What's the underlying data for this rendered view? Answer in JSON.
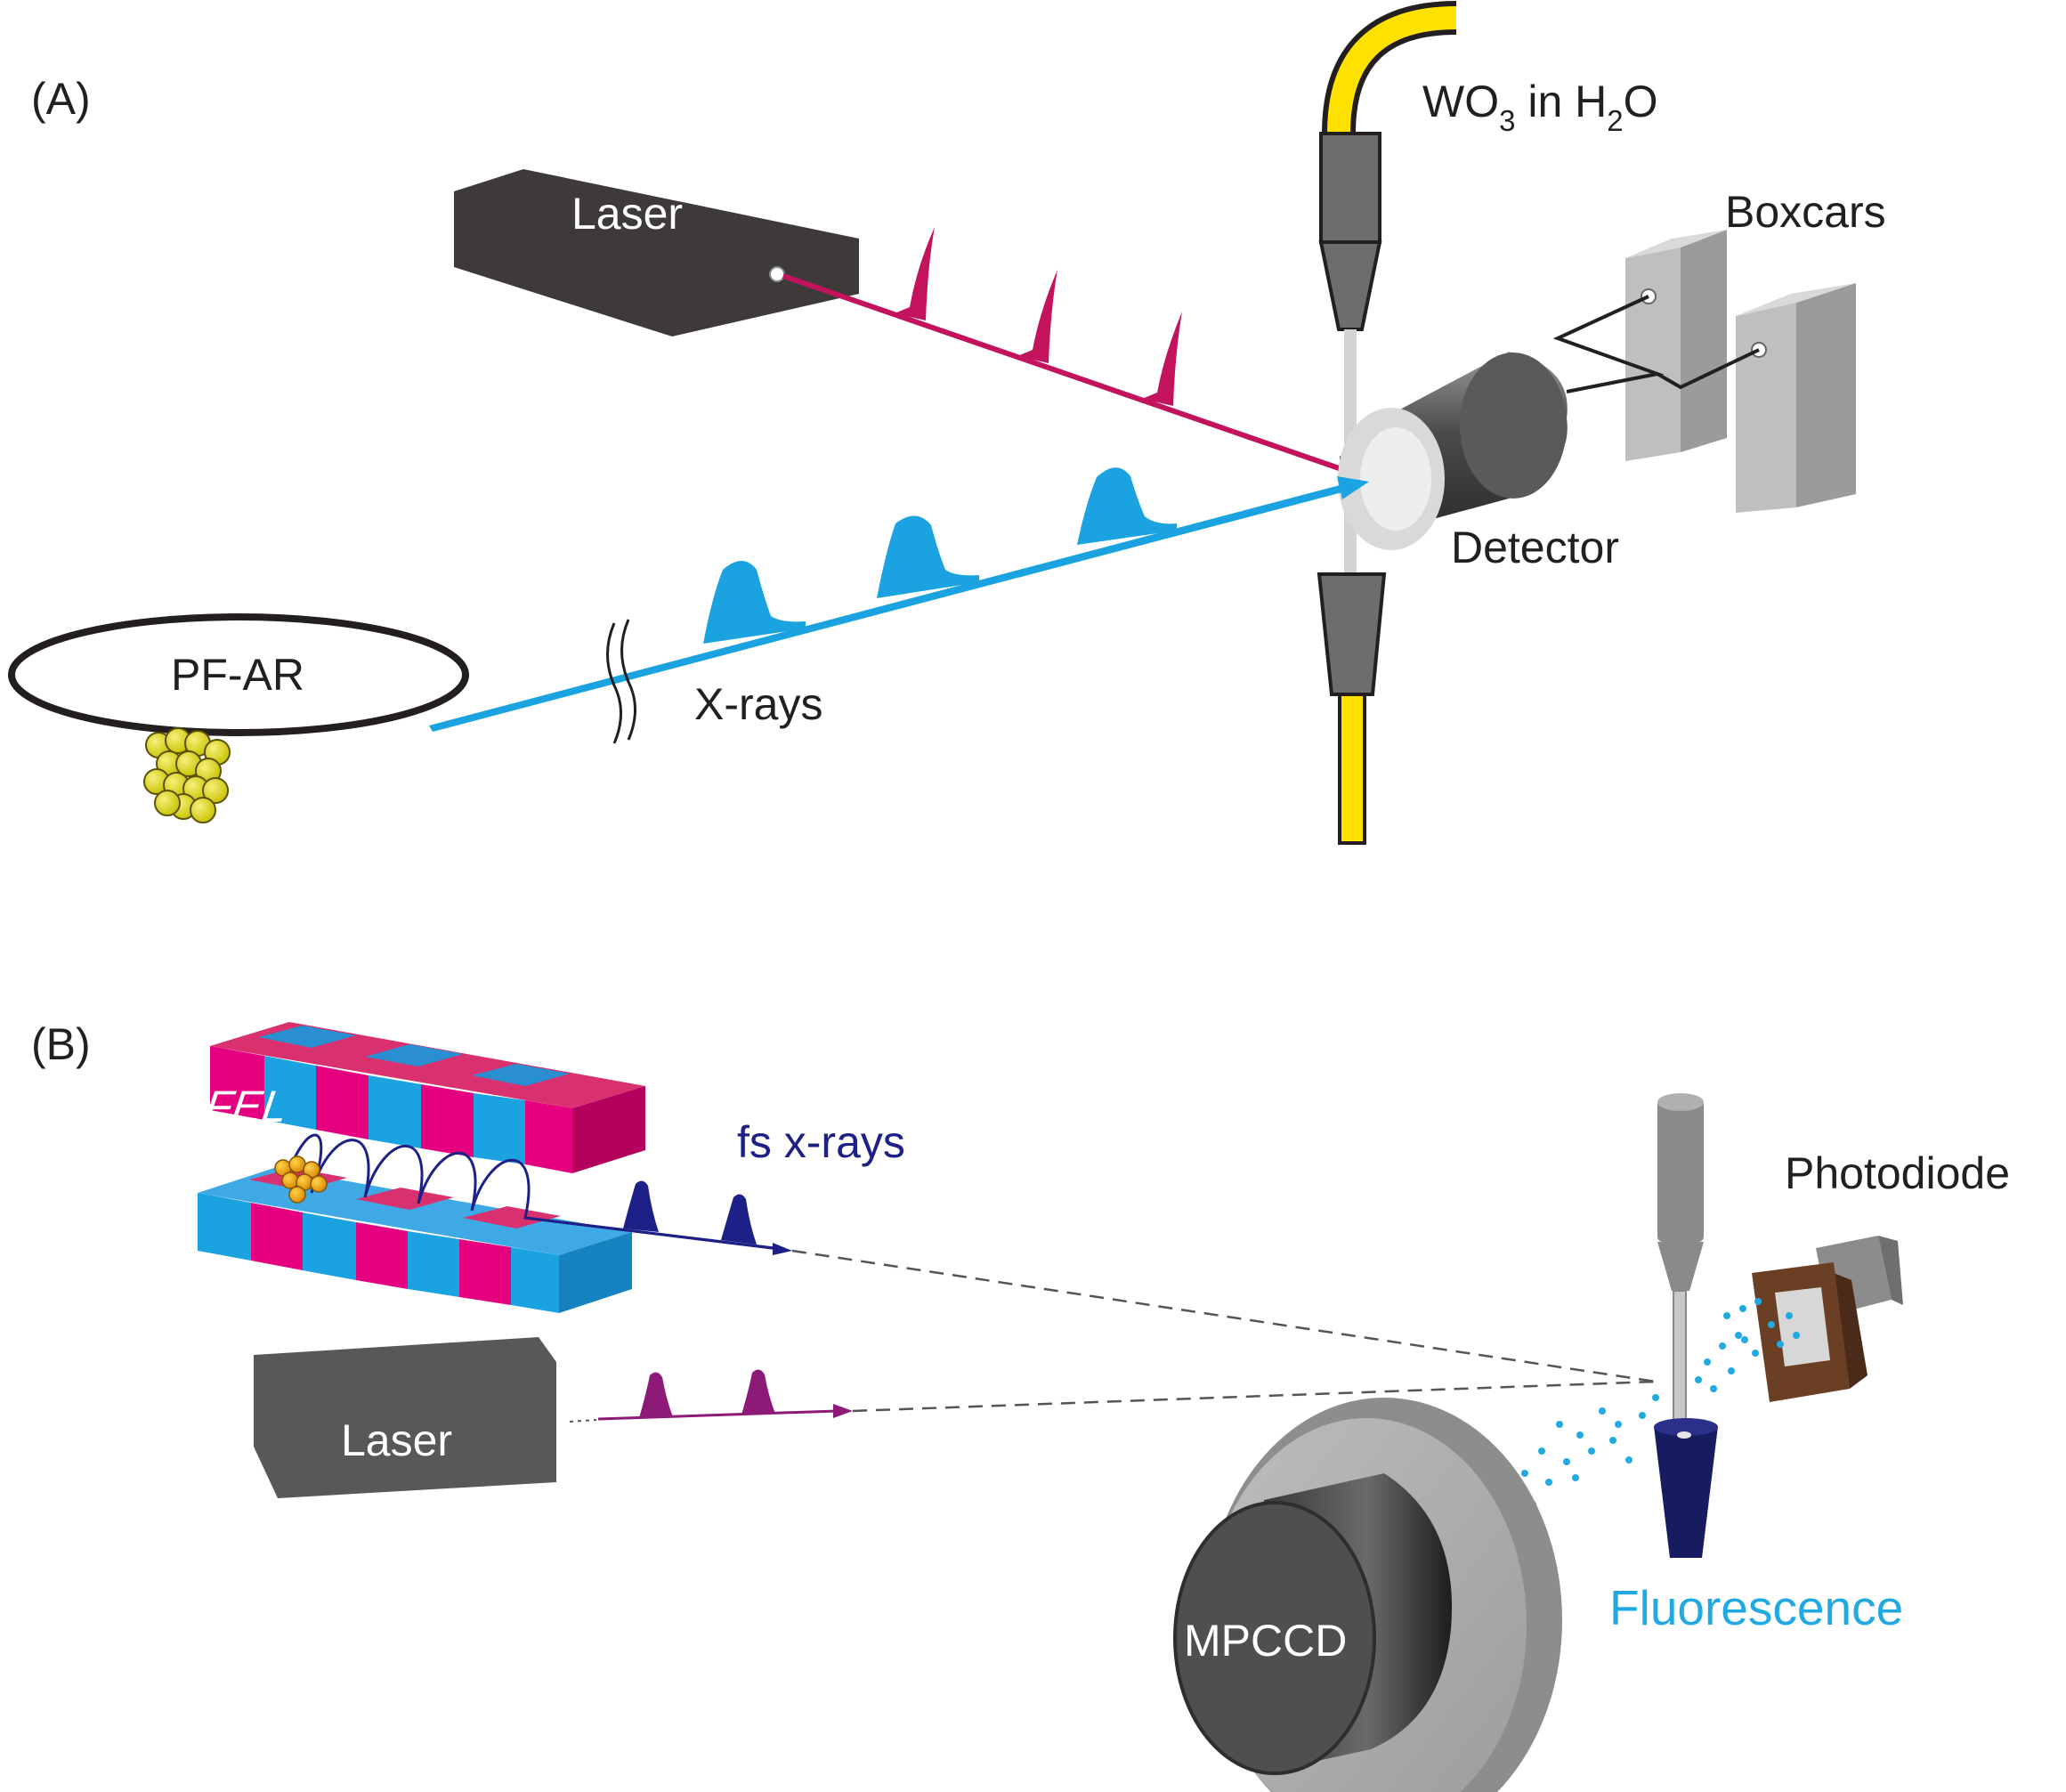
{
  "panel_a": {
    "tag": "(A)",
    "laser_label": "Laser",
    "sample_label_main": "WO",
    "sample_label_sub1": "3",
    "sample_label_mid": " in H",
    "sample_label_sub2": "2",
    "sample_label_end": "O",
    "boxcars_label": "Boxcars",
    "detector_label": "Detector",
    "ring_label": "PF-AR",
    "xray_label": "X-rays"
  },
  "panel_b": {
    "tag": "(B)",
    "xfel_label": "XFEL",
    "fs_xray_label": "fs x-rays",
    "laser_label": "Laser",
    "photodiode_label": "Photodiode",
    "mpccd_label": "MPCCD",
    "fluorescence_label": "Fluorescence"
  },
  "colors": {
    "laser_beam": "#c4135d",
    "xray_beam": "#1aa3e0",
    "dark_device": "#3e3a39",
    "jet_yellow": "#ffe100",
    "fs_xray_navy": "#1d2087",
    "laser_b_purple": "#8e1a78",
    "fluorescence": "#21a9e1",
    "undulator_magenta": "#e4007f",
    "undulator_blue": "#1aa3e0"
  }
}
